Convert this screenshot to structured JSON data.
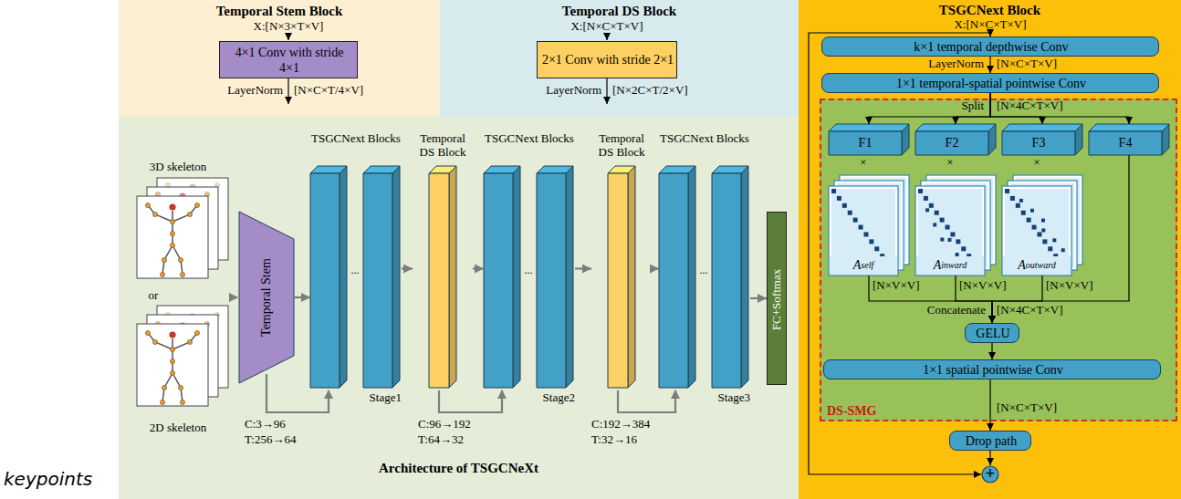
{
  "diagram": {
    "nodes": [
      {
        "text": [
          "Temporal Stem Block"
        ]
      },
      {
        "text": [
          "4×1 Conv with stride 4×1"
        ],
        "in": 0
      },
      {
        "text": [
          "Temporal DS Block"
        ]
      },
      {
        "text": [
          "2×1 Conv with stride 2×1"
        ],
        "in": 2
      },
      {
        "text": [
          "Architecture of TSGCNeXt"
        ]
      },
      {
        "text": [
          "Temporal Stem"
        ],
        "in": 4
      },
      {
        "text": [
          "TSGCNext Blocks",
          "...",
          "Stage1"
        ],
        "in": 4
      },
      {
        "text": [
          "Temporal DS Block"
        ],
        "in": 4
      },
      {
        "text": [
          "TSGCNext Blocks",
          "...",
          "Stage2"
        ],
        "in": 4
      },
      {
        "text": [
          "Temporal DS Block"
        ],
        "in": 4
      },
      {
        "text": [
          "TSGCNext Blocks",
          "...",
          "Stage3"
        ],
        "in": 4
      },
      {
        "text": [
          "FC+Softmax"
        ],
        "in": 4
      },
      {
        "text": [
          "TSGCNext Block"
        ]
      },
      {
        "text": [
          "k×1 temporal depthwise Conv"
        ],
        "in": 12
      },
      {
        "text": [
          "1×1 temporal-spatial pointwise Conv"
        ],
        "in": 12
      },
      {
        "text": [
          "DS-SMG"
        ],
        "in": 12
      },
      {
        "text": [
          "F1"
        ],
        "in": 15
      },
      {
        "text": [
          "F2"
        ],
        "in": 15
      },
      {
        "text": [
          "F3"
        ],
        "in": 15
      },
      {
        "text": [
          "F4"
        ],
        "in": 15
      },
      {
        "text": [
          "Aself"
        ],
        "in": 15
      },
      {
        "text": [
          "Ainward"
        ],
        "in": 15
      },
      {
        "text": [
          "Aoutward"
        ],
        "in": 15
      },
      {
        "text": [
          "GELU"
        ],
        "in": 15
      },
      {
        "text": [
          "1×1 spatial pointwise Conv"
        ],
        "in": 15
      },
      {
        "text": [
          "Drop path"
        ],
        "in": 12
      },
      {
        "text": [
          "+"
        ],
        "in": 12
      }
    ],
    "edges": [
      {
        "from": 5,
        "to": 6,
        "arrow": "to"
      },
      {
        "from": 6,
        "to": 7,
        "arrow": "to"
      },
      {
        "from": 7,
        "to": 8,
        "arrow": "to"
      },
      {
        "from": 8,
        "to": 9,
        "arrow": "to"
      },
      {
        "from": 9,
        "to": 10,
        "arrow": "to"
      },
      {
        "from": 10,
        "to": 11,
        "arrow": "to"
      },
      {
        "from": 13,
        "to": 14,
        "arrow": "to"
      },
      {
        "from": 14,
        "to": 16,
        "arrow": "to"
      },
      {
        "from": 14,
        "to": 17,
        "arrow": "to"
      },
      {
        "from": 14,
        "to": 18,
        "arrow": "to"
      },
      {
        "from": 14,
        "to": 19,
        "arrow": "to"
      },
      {
        "from": 20,
        "to": 23,
        "arrow": "to"
      },
      {
        "from": 21,
        "to": 23,
        "arrow": "to"
      },
      {
        "from": 22,
        "to": 23,
        "arrow": "to"
      },
      {
        "from": 19,
        "to": 23,
        "arrow": "to"
      },
      {
        "from": 23,
        "to": 24,
        "arrow": "to"
      },
      {
        "from": 24,
        "to": 25,
        "arrow": "to"
      },
      {
        "from": 25,
        "to": 26,
        "arrow": "to"
      }
    ],
    "labels": [
      "X:[N×3×T×V]",
      "LayerNorm",
      "[N×C×T/4×V]",
      "X:[N×C×T×V]",
      "LayerNorm",
      "[N×2C×T/2×V]",
      "3D skeleton",
      "or",
      "2D skeleton",
      "C:3→96",
      "T:256→64",
      "C:96→192",
      "T:64→32",
      "C:192→384",
      "T:32→16",
      "X:[N×C×T×V]",
      "LayerNorm",
      "[N×C×T×V]",
      "Split",
      "[N×4C×T×V]",
      "×",
      "×",
      "×",
      "[N×V×V]",
      "[N×V×V]",
      "[N×V×V]",
      "Concatenate",
      "[N×4C×T×V]",
      "[N×C×T×V]",
      "keypoints"
    ]
  }
}
